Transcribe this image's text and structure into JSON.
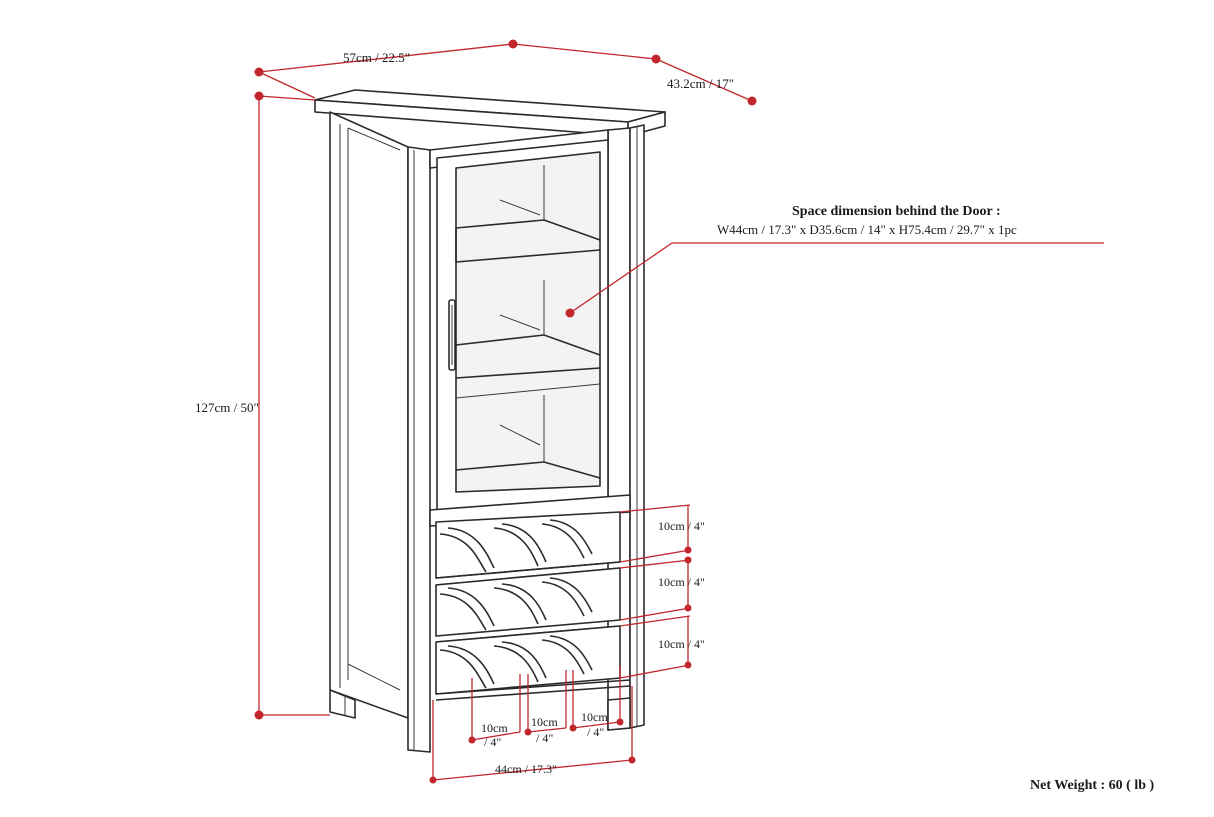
{
  "dimensions": {
    "width": "57cm / 22.5\"",
    "depth": "43.2cm / 17\"",
    "height": "127cm / 50\"",
    "rack_row_1": "10cm / 4\"",
    "rack_row_2": "10cm / 4\"",
    "rack_row_3": "10cm / 4\"",
    "slot_1_top": "10cm",
    "slot_1_bottom": "/ 4\"",
    "slot_2_top": "10cm",
    "slot_2_bottom": "/ 4\"",
    "slot_3_top": "10cm",
    "slot_3_bottom": "/ 4\"",
    "interior_width": "44cm / 17.3\""
  },
  "door_space": {
    "title": "Space dimension behind the Door  :",
    "value": "W44cm / 17.3\" x D35.6cm / 14\" x H75.4cm / 29.7\" x 1pc"
  },
  "net_weight": "Net Weight : 60 ( lb )",
  "colors": {
    "dimension_line": "#c1272d",
    "line_art": "#2b2b2b"
  }
}
